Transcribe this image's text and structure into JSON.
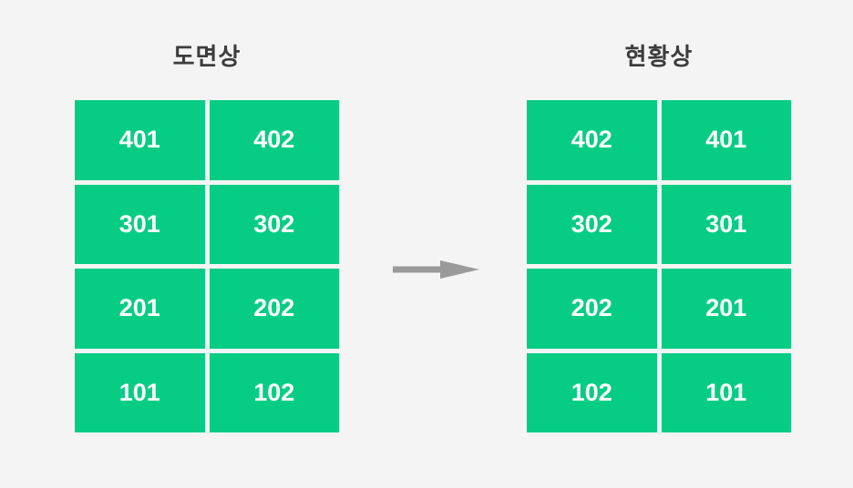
{
  "colors": {
    "background": "#f4f4f4",
    "cell_green": "#07cd84",
    "cell_text": "#ffffff",
    "title_text": "#3c3c3c",
    "arrow_gray": "#9a9a9a"
  },
  "left_panel": {
    "title": "도면상",
    "cells": [
      "401",
      "402",
      "301",
      "302",
      "201",
      "202",
      "101",
      "102"
    ]
  },
  "right_panel": {
    "title": "현황상",
    "cells": [
      "402",
      "401",
      "302",
      "301",
      "202",
      "201",
      "102",
      "101"
    ]
  },
  "arrow": {
    "direction": "right"
  }
}
